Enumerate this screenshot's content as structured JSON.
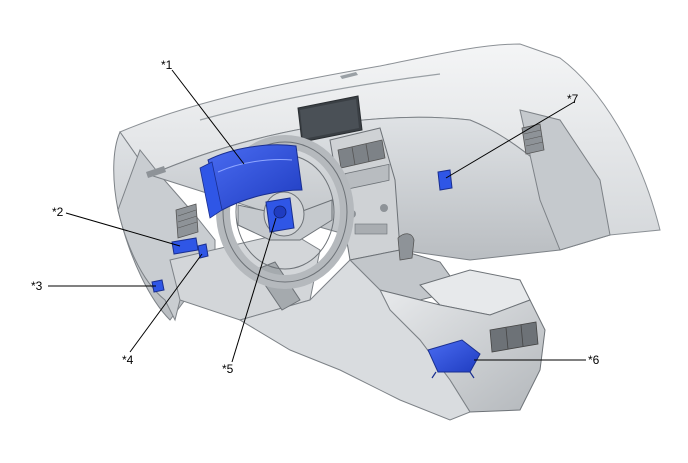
{
  "callouts": {
    "c1": "*1",
    "c2": "*2",
    "c3": "*3",
    "c4": "*4",
    "c5": "*5",
    "c6": "*6",
    "c7": "*7"
  },
  "colors": {
    "component_blue": "#2f56e6",
    "component_blue_dark": "#1f3cc0",
    "panel_light": "#eef0f2",
    "panel_mid": "#d4d7da",
    "panel_dark": "#9ea3a8",
    "outline": "#5d6268"
  }
}
